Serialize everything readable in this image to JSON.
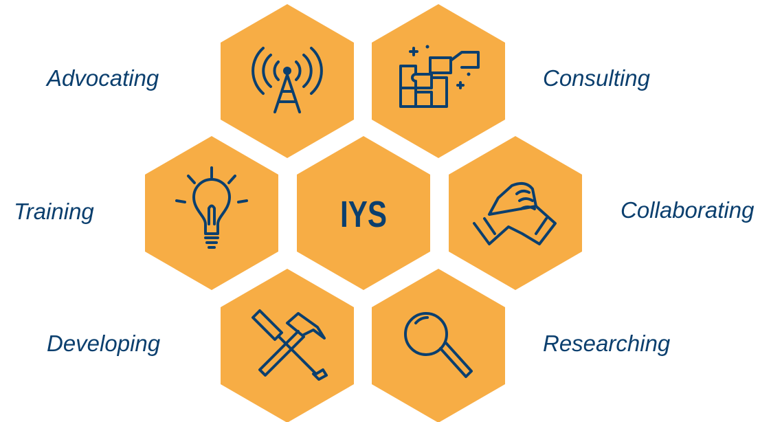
{
  "colors": {
    "hexagon": "#F7AD45",
    "ink": "#0B3F6E",
    "background": "#FFFFFF"
  },
  "center": {
    "text": "IYS"
  },
  "activities": [
    {
      "label": "Advocating",
      "icon": "radio-tower-icon"
    },
    {
      "label": "Consulting",
      "icon": "puzzle-pieces-icon"
    },
    {
      "label": "Training",
      "icon": "light-bulb-icon"
    },
    {
      "label": "Collaborating",
      "icon": "handshake-icon"
    },
    {
      "label": "Developing",
      "icon": "tools-icon"
    },
    {
      "label": "Researching",
      "icon": "magnifying-glass-icon"
    }
  ]
}
